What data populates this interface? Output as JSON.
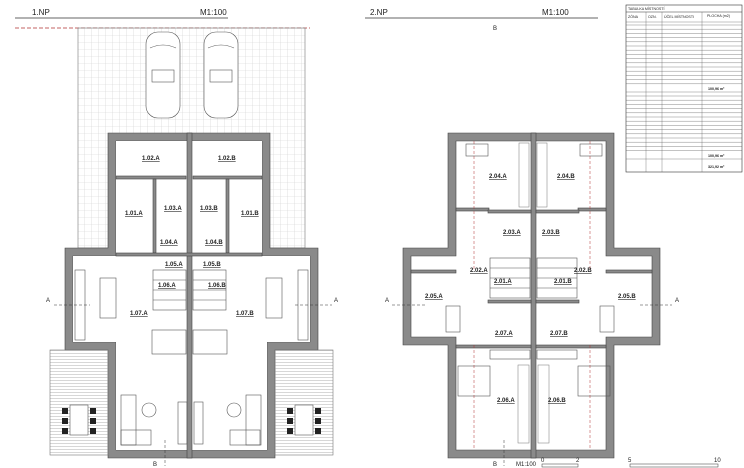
{
  "floor1": {
    "title": "1.NP",
    "scale": "M1:100",
    "rooms": [
      "1.01.A",
      "1.01.B",
      "1.02.A",
      "1.02.B",
      "1.03.A",
      "1.03.B",
      "1.04.A",
      "1.04.B",
      "1.05.A",
      "1.05.B",
      "1.06.A",
      "1.06.B",
      "1.07.A",
      "1.07.B"
    ],
    "section_marks": [
      "A",
      "A",
      "B"
    ]
  },
  "floor2": {
    "title": "2.NP",
    "scale": "M1:100",
    "rooms": [
      "2.01.A",
      "2.01.B",
      "2.02.A",
      "2.02.B",
      "2.03.A",
      "2.03.B",
      "2.04.A",
      "2.04.B",
      "2.05.A",
      "2.05.B",
      "2.06.A",
      "2.06.B",
      "2.07.A",
      "2.07.B"
    ],
    "section_marks": [
      "A",
      "A",
      "B",
      "B"
    ]
  },
  "scale_bar": {
    "label": "M1:100",
    "ticks": [
      "0",
      "2",
      "5",
      "10"
    ]
  },
  "room_table": {
    "title": "TABULKA MÍSTNOSTÍ",
    "columns": [
      "ZÓNA",
      "OZN.",
      "ÚČEL MÍSTNOSTI",
      "PLOCHA (m2)"
    ],
    "subtotal_1": "100,96 m²",
    "subtotal_2": "100,96 m²",
    "total": "321,92 m²"
  },
  "colors": {
    "wall": "#8a8a8a",
    "property_line": "#b03030",
    "paving_grid": "#cfcfcf"
  }
}
